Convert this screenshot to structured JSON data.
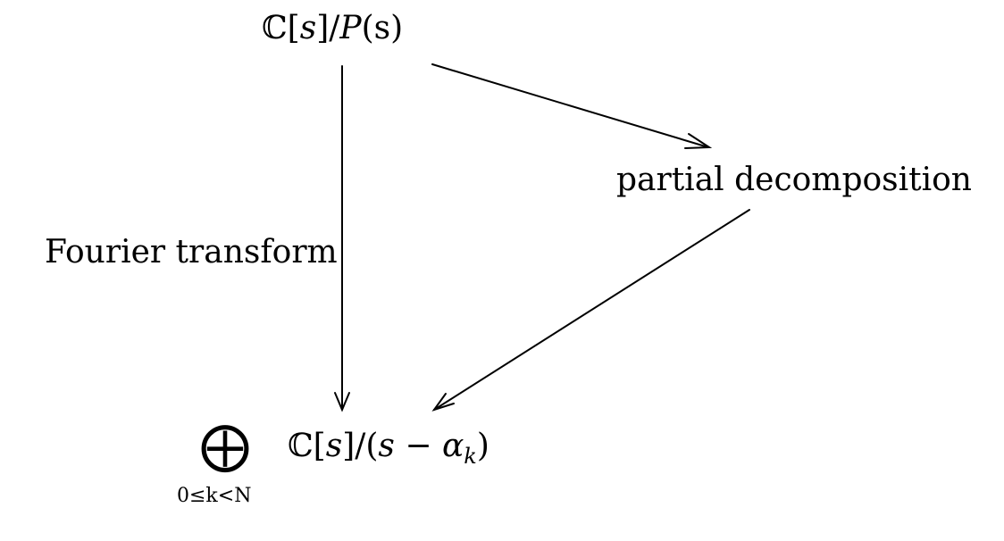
{
  "diagram": {
    "nodes": {
      "top": {
        "bb": "ℂ",
        "open": "[",
        "var": "s",
        "close": "]/",
        "P": "P",
        "arg": "(s)"
      },
      "right": {
        "label": "partial decomposition"
      },
      "bottom": {
        "bigop": "⨁",
        "subscript": "0≤k<N",
        "bb": "ℂ",
        "open": "[",
        "var": "s",
        "close": "]/(",
        "s2": "s",
        "minus": " − ",
        "alpha": "α",
        "k": "k",
        "rparen": ")"
      }
    },
    "edges": [
      {
        "from": "top",
        "to": "bottom",
        "label": "Fourier transform"
      },
      {
        "from": "top",
        "to": "right",
        "label": ""
      },
      {
        "from": "right",
        "to": "bottom",
        "label": ""
      }
    ],
    "colors": {
      "ink": "#000000",
      "background": "#ffffff"
    }
  }
}
